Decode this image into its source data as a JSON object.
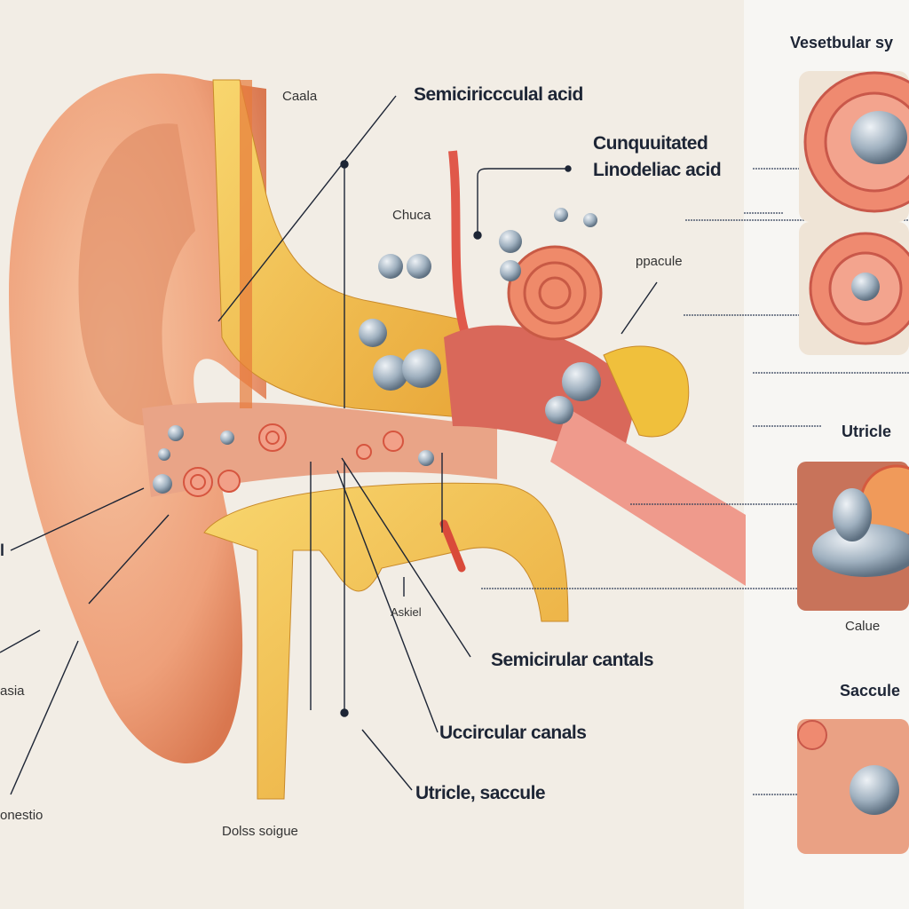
{
  "title": "Vesetbular sy",
  "labels": {
    "caala": "Caala",
    "semiciriccculal_acid": "Semiciriccculal acid",
    "cunquuitated_line1": "Cunquuitated",
    "cunquuitated_line2": "Linodeliac acid",
    "chuca": "Chuca",
    "ppacule": "ppacule",
    "utricle": "Utricle",
    "calue": "Calue",
    "saccule": "Saccule",
    "semicirular_cantals": "Semicirular cantals",
    "uccircular_canals": "Uccircular canals",
    "utricle_saccule": "Utricle, saccule",
    "dolss_soigue": "Dolss soigue",
    "onestio": "onestio",
    "asia": "asia",
    "askiel": "Askiel",
    "l_fragment": "l"
  },
  "colors": {
    "background": "#f2ede5",
    "skin": "#eeaa85",
    "bone": "#f3c24f",
    "ossicle": "#8fa3b5",
    "tissue": "#e8806a"
  }
}
